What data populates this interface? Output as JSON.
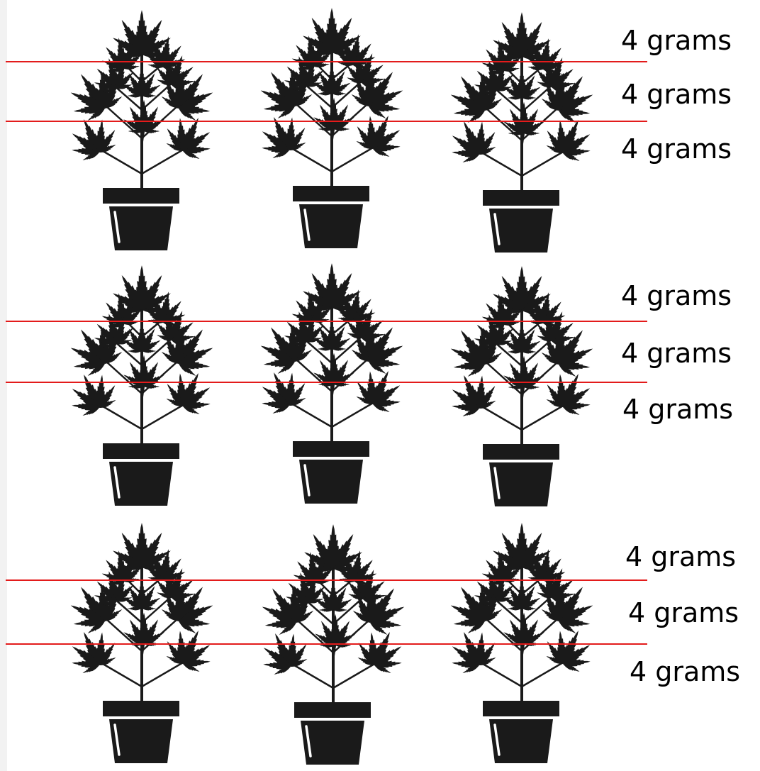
{
  "colors": {
    "plant": "#1a1a1a",
    "pot_highlight": "#ffffff",
    "cut_line": "#e31b1b",
    "background": "#ffffff"
  },
  "icons": {
    "plant": "potted-cannabis-plant-icon"
  },
  "grid": {
    "rows": [
      {
        "labels": [
          "4 grams",
          "4 grams",
          "4 grams"
        ]
      },
      {
        "labels": [
          "4 grams",
          "4 grams",
          "4 grams"
        ]
      },
      {
        "labels": [
          "4 grams",
          "4 grams",
          "4 grams"
        ]
      }
    ]
  }
}
